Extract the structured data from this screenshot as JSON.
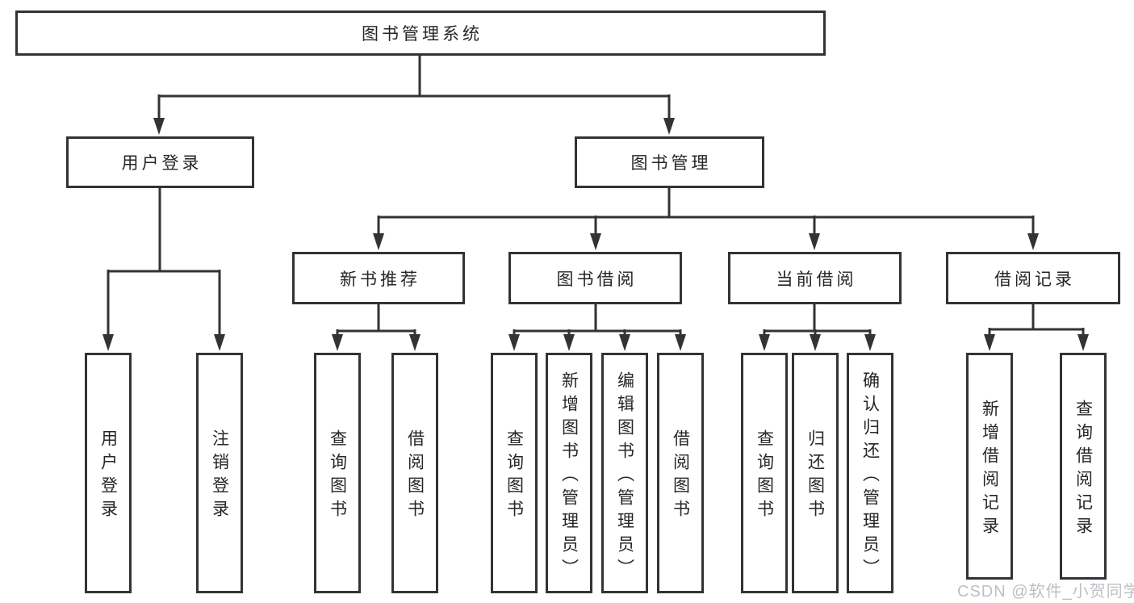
{
  "diagram": {
    "colors": {
      "line": "#333333",
      "text": "#262626",
      "background": "#ffffff",
      "watermark": "#bcc0c6"
    },
    "tree": {
      "label": "图书管理系统",
      "children": [
        {
          "label": "用户登录",
          "children": [
            {
              "label": "用户登录"
            },
            {
              "label": "注销登录"
            }
          ]
        },
        {
          "label": "图书管理",
          "children": [
            {
              "label": "新书推荐",
              "children": [
                {
                  "label": "查询图书"
                },
                {
                  "label": "借阅图书"
                }
              ]
            },
            {
              "label": "图书借阅",
              "children": [
                {
                  "label": "查询图书"
                },
                {
                  "label": "新增图书（管理员）"
                },
                {
                  "label": "编辑图书（管理员）"
                },
                {
                  "label": "借阅图书"
                }
              ]
            },
            {
              "label": "当前借阅",
              "children": [
                {
                  "label": "查询图书"
                },
                {
                  "label": "归还图书"
                },
                {
                  "label": "确认归还（管理员）"
                }
              ]
            },
            {
              "label": "借阅记录",
              "children": [
                {
                  "label": "新增借阅记录"
                },
                {
                  "label": "查询借阅记录"
                }
              ]
            }
          ]
        }
      ]
    },
    "watermark": {
      "text": "CSDN @软件_小贺同学"
    }
  }
}
